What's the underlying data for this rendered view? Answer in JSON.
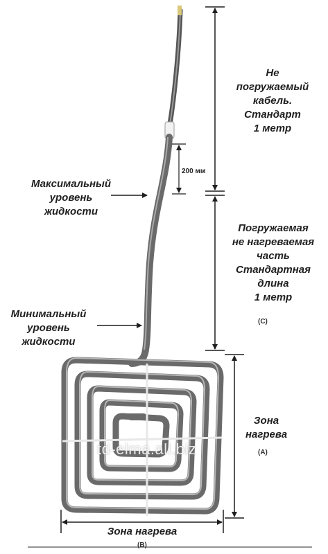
{
  "labels": {
    "cold_cable": "Не\nпогружаемый\nкабель.\nСтандарт\n1 метр",
    "max_level": "Максимальный\nуровень\nжидкости",
    "min_level": "Минимальный\nуровень\nжидкости",
    "immersed_part": "Погружаемая\nне нагреваемая\nчасть\nСтандартная\nдлина\n1 метр",
    "immersed_letter": "(C)",
    "dimension_200": "200 мм",
    "heat_zone_right": "Зона\nнагрева",
    "heat_zone_right_letter": "(A)",
    "heat_zone_bottom": "Зона нагрева",
    "heat_zone_bottom_letter": "(B)"
  },
  "watermark": "td-elma.all.biz",
  "colors": {
    "tube": "#6e6e6e",
    "tube_highlight": "#a8a8a8",
    "ink": "#1f1f1f",
    "cable_tip": "#d9c77a"
  }
}
